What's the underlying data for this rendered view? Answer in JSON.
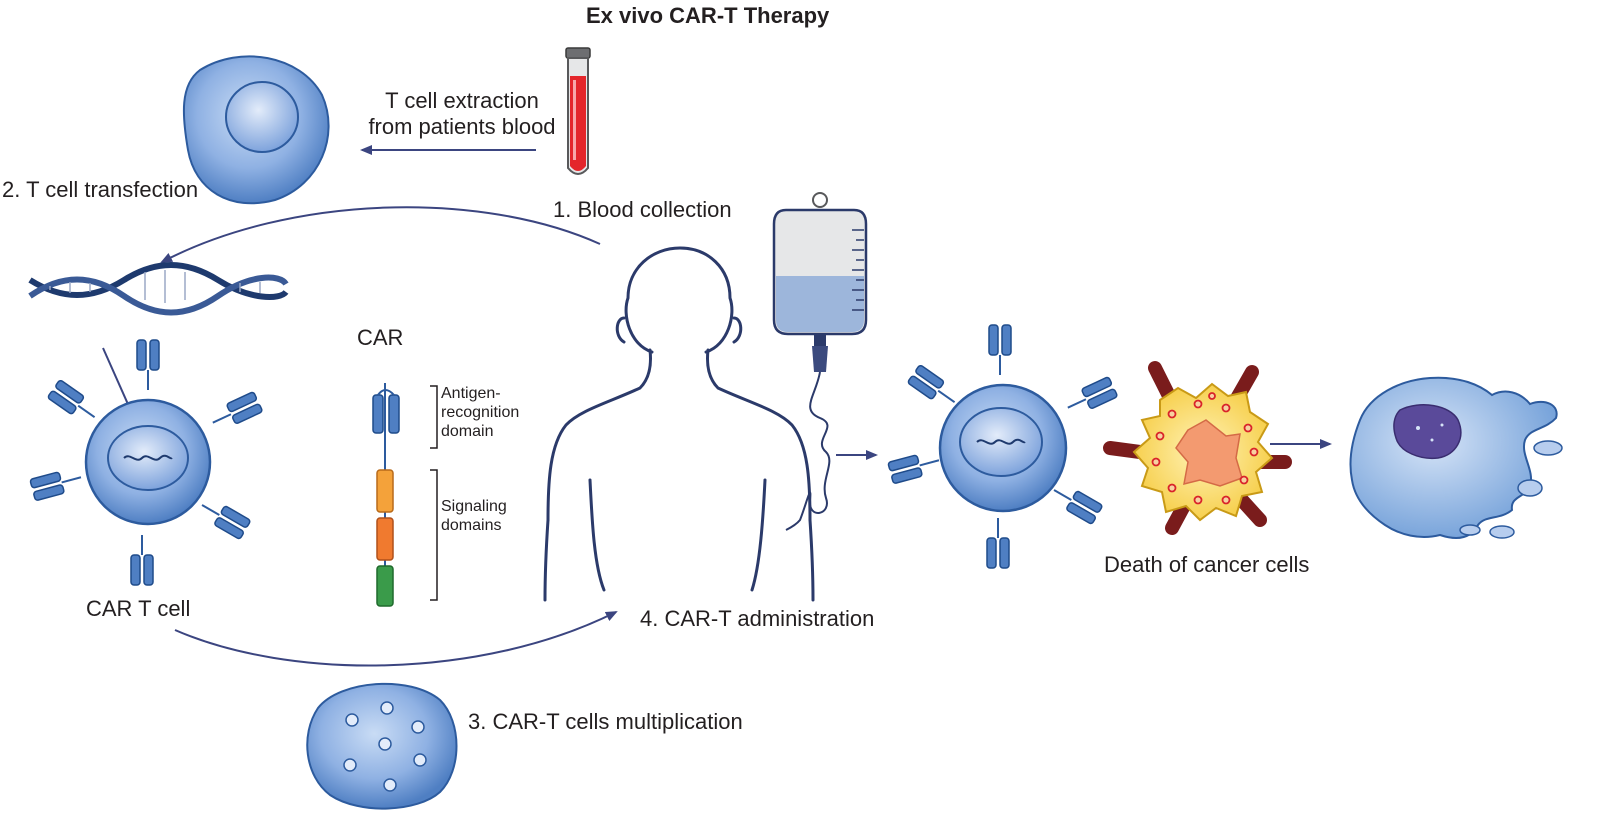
{
  "title": "Ex vivo CAR-T Therapy",
  "steps": {
    "extraction_line1": "T cell extraction",
    "extraction_line2": "from patients blood",
    "blood_collection": "1. Blood collection",
    "transfection": "2. T cell transfection",
    "multiplication": "3. CAR-T cells multiplication",
    "administration": "4. CAR-T administration"
  },
  "car": {
    "heading": "CAR",
    "antigen_line1": "Antigen-",
    "antigen_line2": "recognition",
    "antigen_line3": "domain",
    "signaling_line1": "Signaling",
    "signaling_line2": "domains"
  },
  "labels": {
    "car_t_cell": "CAR T cell",
    "death": "Death of cancer cells"
  },
  "colors": {
    "arrow": "#3b4580",
    "cell_fill": "#7ea3dc",
    "cell_stroke": "#2d5b9e",
    "receptor": "#4f7fc3",
    "blood": "#e4262b",
    "dna": "#1e3a6e",
    "signal_orange_1": "#f4a23a",
    "signal_orange_2": "#f07a2f",
    "signal_green": "#3a9b4a",
    "cancer_yellow": "#f7d84a",
    "cancer_spike": "#7a1c1c",
    "dead_cell": "#6a9ad6"
  }
}
